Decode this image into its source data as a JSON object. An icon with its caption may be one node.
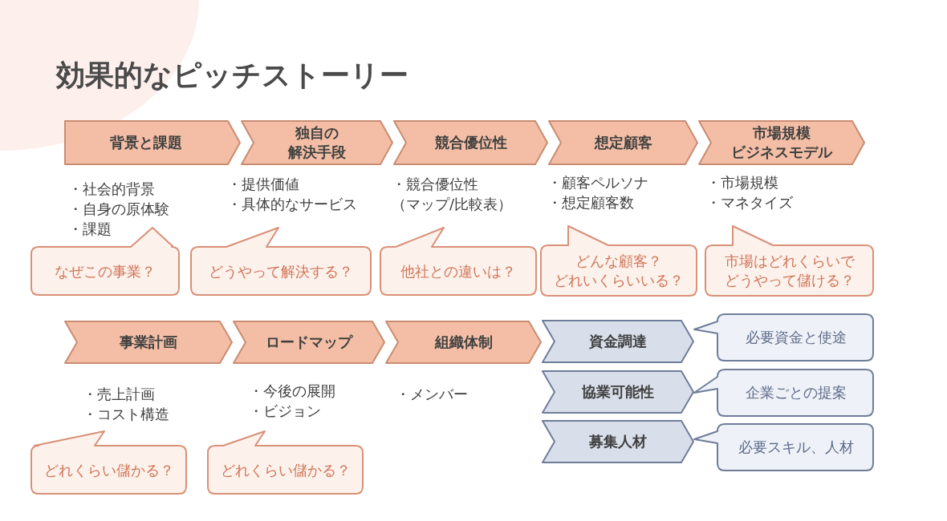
{
  "diagram": {
    "title": "効果的なピッチストーリー",
    "nodes": [
      {
        "text": [
          "背景と課題"
        ],
        "beside": [
          "・社会的背景",
          "・自身の原体験",
          "・課題"
        ]
      },
      {
        "text": [
          "独自の解決手段"
        ],
        "beside": [
          "・提供価値",
          "・具体的なサービス"
        ]
      },
      {
        "text": [
          "競合優位性"
        ],
        "beside": [
          "・競合優位性",
          "（マップ/比較表）"
        ]
      },
      {
        "text": [
          "想定顧客"
        ],
        "beside": [
          "・顧客ペルソナ",
          "・想定顧客数"
        ]
      },
      {
        "text": [
          "市場規模ビジネスモデル"
        ],
        "beside": [
          "・市場規模",
          "・マネタイズ"
        ]
      },
      {
        "text": [
          "なぜこの事業？"
        ]
      },
      {
        "text": [
          "どうやって解決する？"
        ]
      },
      {
        "text": [
          "他社との違いは？"
        ]
      },
      {
        "text": [
          "どんな顧客？どれいくらいいる？"
        ]
      },
      {
        "text": [
          "市場はどれくらいでどうやって儲ける？"
        ]
      },
      {
        "text": [
          "事業計画"
        ],
        "beside": [
          "・売上計画",
          "・コスト構造"
        ]
      },
      {
        "text": [
          "ロードマップ"
        ],
        "beside": [
          "・今後の展開",
          "・ビジョン"
        ]
      },
      {
        "text": [
          "組織体制"
        ],
        "beside": [
          "・メンバー"
        ]
      },
      {
        "text": [
          "どれくらい儲かる？"
        ]
      },
      {
        "text": [
          "どれくらい儲かる？"
        ]
      },
      {
        "text": [
          "資金調達"
        ]
      },
      {
        "text": [
          "協業可能性"
        ]
      },
      {
        "text": [
          "募集人材"
        ]
      },
      {
        "text": [
          "必要資金と使途"
        ]
      },
      {
        "text": [
          "企業ごとの提案"
        ]
      },
      {
        "text": [
          "必要スキル、人材"
        ]
      }
    ]
  }
}
